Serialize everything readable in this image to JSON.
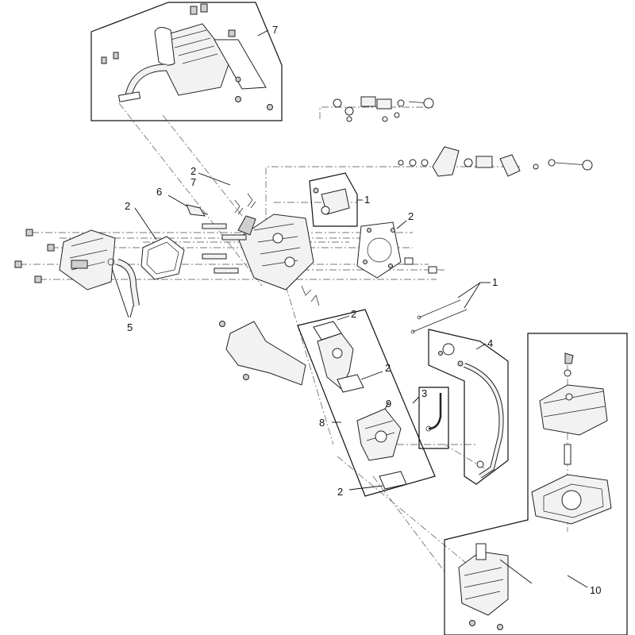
{
  "callouts": {
    "c_7_top": "7",
    "c_2_stack": "2",
    "c_7_stack": "7",
    "c_6": "6",
    "c_1_bracket": "1",
    "c_2_gasket_left": "2",
    "c_2_gasket_right": "2",
    "c_5": "5",
    "c_1_rods": "1",
    "c_2_panel_top": "2",
    "c_2_panel_mid": "2",
    "c_4": "4",
    "c_3": "3",
    "c_9": "9",
    "c_8": "8",
    "c_2_panel_bottom": "2",
    "c_10": "10"
  },
  "colors": {
    "line": "#111111",
    "dash": "#777777",
    "part_fill": "#f2f2f2",
    "part_dark": "#cfcfcf"
  }
}
